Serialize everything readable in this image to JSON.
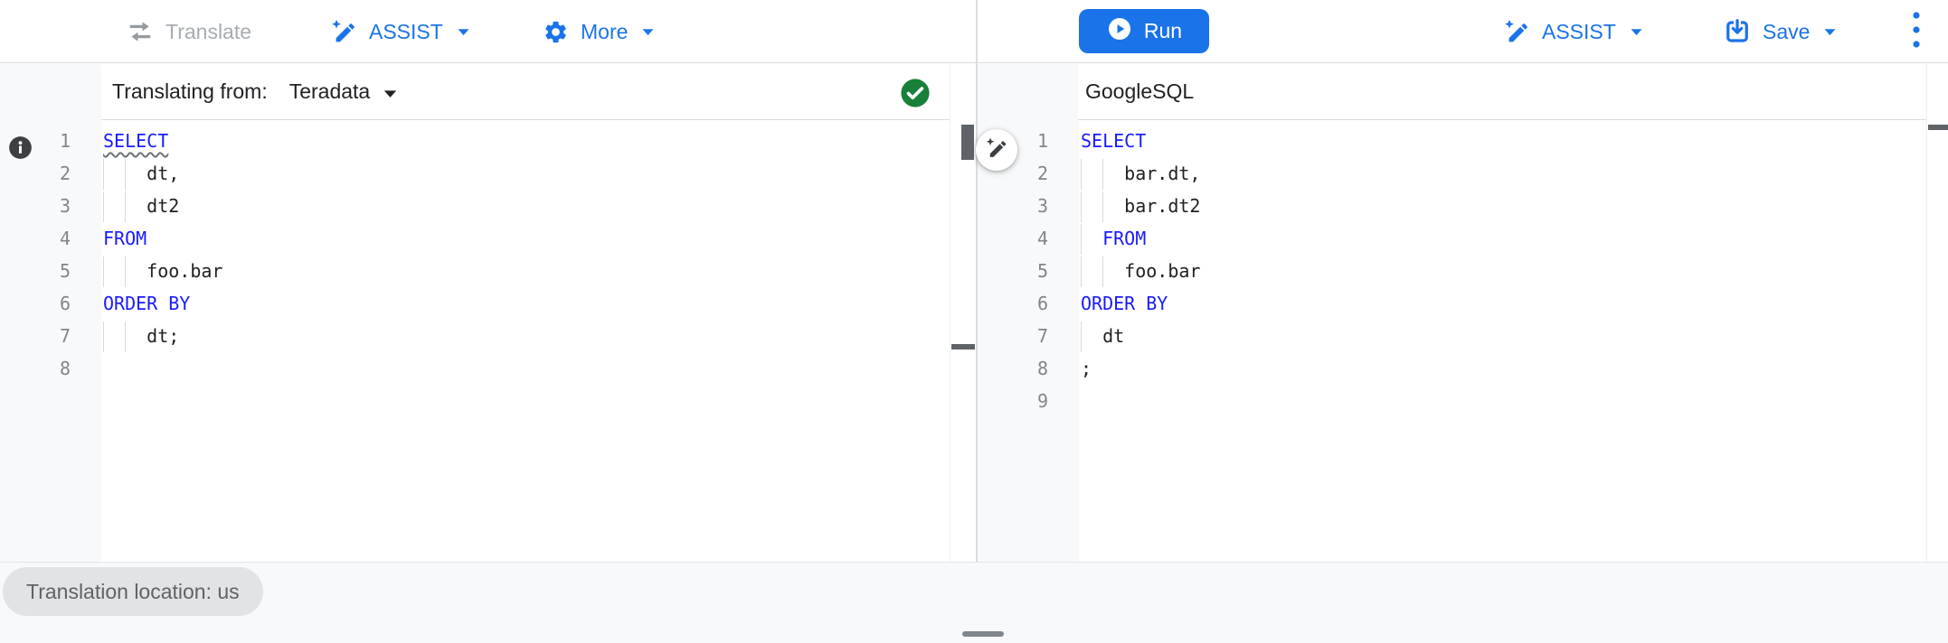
{
  "toolbar_left": {
    "translate_label": "Translate",
    "assist_label": "ASSIST",
    "more_label": "More"
  },
  "toolbar_right": {
    "run_label": "Run",
    "assist_label": "ASSIST",
    "save_label": "Save"
  },
  "source_panel": {
    "header_label": "Translating from:",
    "dialect": "Teradata",
    "status": "translation-success",
    "editor_lines": [
      {
        "n": 1,
        "guides": [],
        "segments": [
          {
            "text": "SELECT",
            "type": "keyword",
            "squiggle": true
          }
        ]
      },
      {
        "n": 2,
        "guides": [
          0,
          2
        ],
        "segments": [
          {
            "text": "    dt,",
            "type": "plain"
          }
        ]
      },
      {
        "n": 3,
        "guides": [
          0,
          2
        ],
        "segments": [
          {
            "text": "    dt2",
            "type": "plain"
          }
        ]
      },
      {
        "n": 4,
        "guides": [],
        "segments": [
          {
            "text": "FROM",
            "type": "keyword"
          }
        ]
      },
      {
        "n": 5,
        "guides": [
          0,
          2
        ],
        "segments": [
          {
            "text": "    foo.bar",
            "type": "plain"
          }
        ]
      },
      {
        "n": 6,
        "guides": [],
        "segments": [
          {
            "text": "ORDER BY",
            "type": "keyword"
          }
        ]
      },
      {
        "n": 7,
        "guides": [
          0,
          2
        ],
        "segments": [
          {
            "text": "    dt;",
            "type": "plain"
          }
        ]
      },
      {
        "n": 8,
        "guides": [],
        "segments": []
      }
    ]
  },
  "target_panel": {
    "header_label": "GoogleSQL",
    "editor_lines": [
      {
        "n": 1,
        "guides": [],
        "segments": [
          {
            "text": "SELECT",
            "type": "keyword"
          }
        ]
      },
      {
        "n": 2,
        "guides": [
          0,
          2
        ],
        "segments": [
          {
            "text": "    bar.dt,",
            "type": "plain"
          }
        ]
      },
      {
        "n": 3,
        "guides": [
          0,
          2
        ],
        "segments": [
          {
            "text": "    bar.dt2",
            "type": "plain"
          }
        ]
      },
      {
        "n": 4,
        "guides": [
          0
        ],
        "segments": [
          {
            "text": "  ",
            "type": "plain"
          },
          {
            "text": "FROM",
            "type": "keyword"
          }
        ]
      },
      {
        "n": 5,
        "guides": [
          0,
          2
        ],
        "segments": [
          {
            "text": "    foo.bar",
            "type": "plain"
          }
        ]
      },
      {
        "n": 6,
        "guides": [],
        "segments": [
          {
            "text": "ORDER BY",
            "type": "keyword"
          }
        ]
      },
      {
        "n": 7,
        "guides": [
          0
        ],
        "segments": [
          {
            "text": "  dt",
            "type": "plain"
          }
        ]
      },
      {
        "n": 8,
        "guides": [],
        "segments": [
          {
            "text": ";",
            "type": "plain"
          }
        ]
      },
      {
        "n": 9,
        "guides": [],
        "segments": []
      }
    ]
  },
  "footer": {
    "location_chip": "Translation location: us"
  },
  "icons": {
    "translate": "swap-arrows-icon",
    "assist": "magic-pen-icon",
    "more": "gear-icon",
    "run": "play-circle-icon",
    "save": "save-download-icon",
    "overflow": "kebab-menu-icon",
    "status": "green-check-circle-icon",
    "line1_gutter": "info-icon"
  },
  "colors": {
    "accent_blue": "#1a73e8",
    "keyword_blue": "#1a1aff",
    "success_green": "#188038",
    "disabled_gray": "#a7acb1",
    "text_dark": "#202124",
    "text_gray": "#5f6368",
    "gutter_bg": "#f8f9fa",
    "divider": "#dadce0"
  }
}
